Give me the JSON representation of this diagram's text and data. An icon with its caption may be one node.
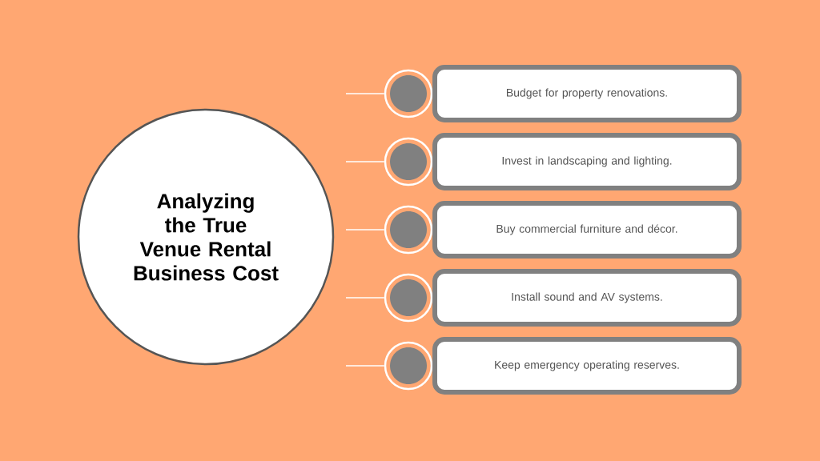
{
  "diagram": {
    "nodes": [
      {
        "text": [
          "Analyzing the True Venue Rental Business Cost"
        ]
      },
      {
        "text": [],
        "shape": "circle"
      },
      {
        "text": [],
        "shape": "circle"
      },
      {
        "text": [],
        "shape": "circle"
      },
      {
        "text": [],
        "shape": "circle"
      },
      {
        "text": [],
        "shape": "circle"
      },
      {
        "text": [
          "Budget for property renovations."
        ]
      },
      {
        "text": [
          "Invest in landscaping and lighting."
        ]
      },
      {
        "text": [
          "Buy commercial furniture and décor."
        ]
      },
      {
        "text": [
          "Install sound and AV systems."
        ]
      },
      {
        "text": [
          "Keep emergency operating reserves."
        ]
      }
    ],
    "edges": [
      {
        "from": null,
        "to": 1,
        "arrow": "none"
      },
      {
        "from": null,
        "to": 2,
        "arrow": "none"
      },
      {
        "from": null,
        "to": 3,
        "arrow": "none"
      },
      {
        "from": null,
        "to": 4,
        "arrow": "none"
      },
      {
        "from": null,
        "to": 5,
        "arrow": "none"
      }
    ]
  }
}
